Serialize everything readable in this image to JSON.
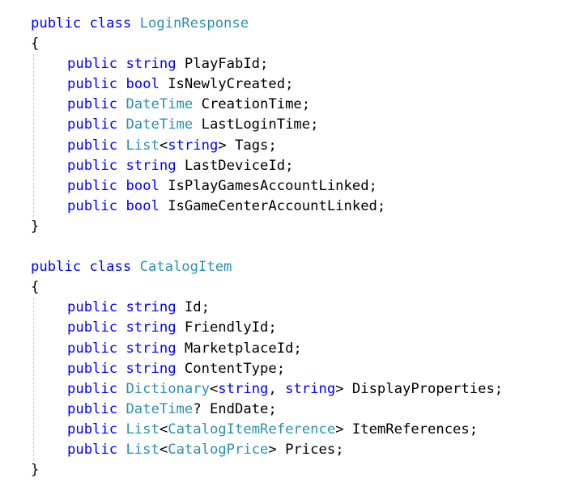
{
  "colors": {
    "keyword": "#0000ff",
    "type": "#2b91af",
    "text": "#000000",
    "background": "#ffffff",
    "indent_guide": "#c8c8c8"
  },
  "classes": [
    {
      "header": [
        {
          "t": "public",
          "k": "kw"
        },
        {
          "t": " ",
          "k": "plain"
        },
        {
          "t": "class",
          "k": "kw"
        },
        {
          "t": " ",
          "k": "plain"
        },
        {
          "t": "LoginResponse",
          "k": "type"
        }
      ],
      "open_brace": "{",
      "close_brace": "}",
      "members": [
        [
          {
            "t": "public",
            "k": "kw"
          },
          {
            "t": " ",
            "k": "plain"
          },
          {
            "t": "string",
            "k": "kw"
          },
          {
            "t": " PlayFabId;",
            "k": "plain"
          }
        ],
        [
          {
            "t": "public",
            "k": "kw"
          },
          {
            "t": " ",
            "k": "plain"
          },
          {
            "t": "bool",
            "k": "kw"
          },
          {
            "t": " IsNewlyCreated;",
            "k": "plain"
          }
        ],
        [
          {
            "t": "public",
            "k": "kw"
          },
          {
            "t": " ",
            "k": "plain"
          },
          {
            "t": "DateTime",
            "k": "type"
          },
          {
            "t": " CreationTime;",
            "k": "plain"
          }
        ],
        [
          {
            "t": "public",
            "k": "kw"
          },
          {
            "t": " ",
            "k": "plain"
          },
          {
            "t": "DateTime",
            "k": "type"
          },
          {
            "t": " LastLoginTime;",
            "k": "plain"
          }
        ],
        [
          {
            "t": "public",
            "k": "kw"
          },
          {
            "t": " ",
            "k": "plain"
          },
          {
            "t": "List",
            "k": "type"
          },
          {
            "t": "<",
            "k": "plain"
          },
          {
            "t": "string",
            "k": "kw"
          },
          {
            "t": "> Tags;",
            "k": "plain"
          }
        ],
        [
          {
            "t": "public",
            "k": "kw"
          },
          {
            "t": " ",
            "k": "plain"
          },
          {
            "t": "string",
            "k": "kw"
          },
          {
            "t": " LastDeviceId;",
            "k": "plain"
          }
        ],
        [
          {
            "t": "public",
            "k": "kw"
          },
          {
            "t": " ",
            "k": "plain"
          },
          {
            "t": "bool",
            "k": "kw"
          },
          {
            "t": " IsPlayGamesAccountLinked;",
            "k": "plain"
          }
        ],
        [
          {
            "t": "public",
            "k": "kw"
          },
          {
            "t": " ",
            "k": "plain"
          },
          {
            "t": "bool",
            "k": "kw"
          },
          {
            "t": " IsGameCenterAccountLinked;",
            "k": "plain"
          }
        ]
      ]
    },
    {
      "header": [
        {
          "t": "public",
          "k": "kw"
        },
        {
          "t": " ",
          "k": "plain"
        },
        {
          "t": "class",
          "k": "kw"
        },
        {
          "t": " ",
          "k": "plain"
        },
        {
          "t": "CatalogItem",
          "k": "type"
        }
      ],
      "open_brace": "{",
      "close_brace": "}",
      "members": [
        [
          {
            "t": "public",
            "k": "kw"
          },
          {
            "t": " ",
            "k": "plain"
          },
          {
            "t": "string",
            "k": "kw"
          },
          {
            "t": " Id;",
            "k": "plain"
          }
        ],
        [
          {
            "t": "public",
            "k": "kw"
          },
          {
            "t": " ",
            "k": "plain"
          },
          {
            "t": "string",
            "k": "kw"
          },
          {
            "t": " FriendlyId;",
            "k": "plain"
          }
        ],
        [
          {
            "t": "public",
            "k": "kw"
          },
          {
            "t": " ",
            "k": "plain"
          },
          {
            "t": "string",
            "k": "kw"
          },
          {
            "t": " MarketplaceId;",
            "k": "plain"
          }
        ],
        [
          {
            "t": "public",
            "k": "kw"
          },
          {
            "t": " ",
            "k": "plain"
          },
          {
            "t": "string",
            "k": "kw"
          },
          {
            "t": " ContentType;",
            "k": "plain"
          }
        ],
        [
          {
            "t": "public",
            "k": "kw"
          },
          {
            "t": " ",
            "k": "plain"
          },
          {
            "t": "Dictionary",
            "k": "type"
          },
          {
            "t": "<",
            "k": "plain"
          },
          {
            "t": "string",
            "k": "kw"
          },
          {
            "t": ", ",
            "k": "plain"
          },
          {
            "t": "string",
            "k": "kw"
          },
          {
            "t": "> DisplayProperties;",
            "k": "plain"
          }
        ],
        [
          {
            "t": "public",
            "k": "kw"
          },
          {
            "t": " ",
            "k": "plain"
          },
          {
            "t": "DateTime",
            "k": "type"
          },
          {
            "t": "? EndDate;",
            "k": "plain"
          }
        ],
        [
          {
            "t": "public",
            "k": "kw"
          },
          {
            "t": " ",
            "k": "plain"
          },
          {
            "t": "List",
            "k": "type"
          },
          {
            "t": "<",
            "k": "plain"
          },
          {
            "t": "CatalogItemReference",
            "k": "type"
          },
          {
            "t": "> ItemReferences;",
            "k": "plain"
          }
        ],
        [
          {
            "t": "public",
            "k": "kw"
          },
          {
            "t": " ",
            "k": "plain"
          },
          {
            "t": "List",
            "k": "type"
          },
          {
            "t": "<",
            "k": "plain"
          },
          {
            "t": "CatalogPrice",
            "k": "type"
          },
          {
            "t": "> Prices;",
            "k": "plain"
          }
        ]
      ]
    }
  ]
}
